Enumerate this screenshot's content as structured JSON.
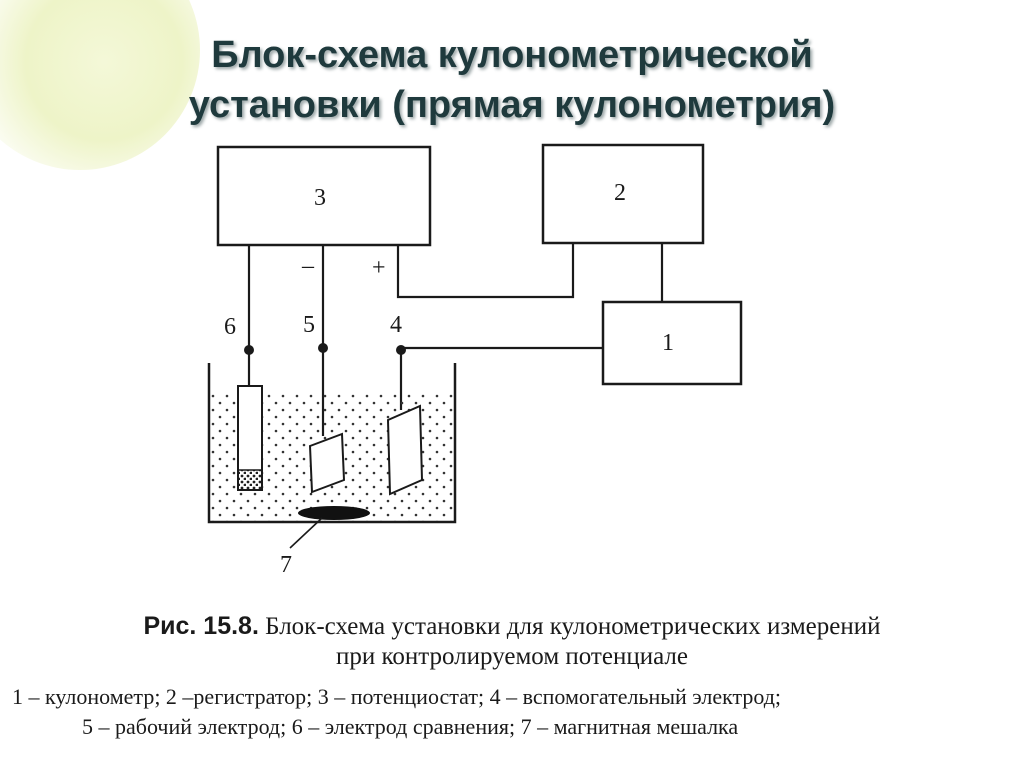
{
  "title": {
    "line1": "Блок-схема кулонометрической",
    "line2": "установки (прямая кулонометрия)"
  },
  "diagram": {
    "block_3": "3",
    "block_2": "2",
    "block_1": "1",
    "minus": "–",
    "plus": "+",
    "label_6": "6",
    "label_5": "5",
    "label_4": "4",
    "label_7": "7"
  },
  "caption": {
    "fig_number": "Рис. 15.8.",
    "line1_text": "Блок-схема установки для кулонометрических измерений",
    "line2_text": "при контролируемом потенциале"
  },
  "legend": {
    "line1": "1 – кулонометр;  2 –регистратор;  3 – потенциостат;  4 – вспомогательный электрод;",
    "line2": "5 – рабочий электрод;   6 – электрод сравнения;  7 – магнитная мешалка"
  }
}
